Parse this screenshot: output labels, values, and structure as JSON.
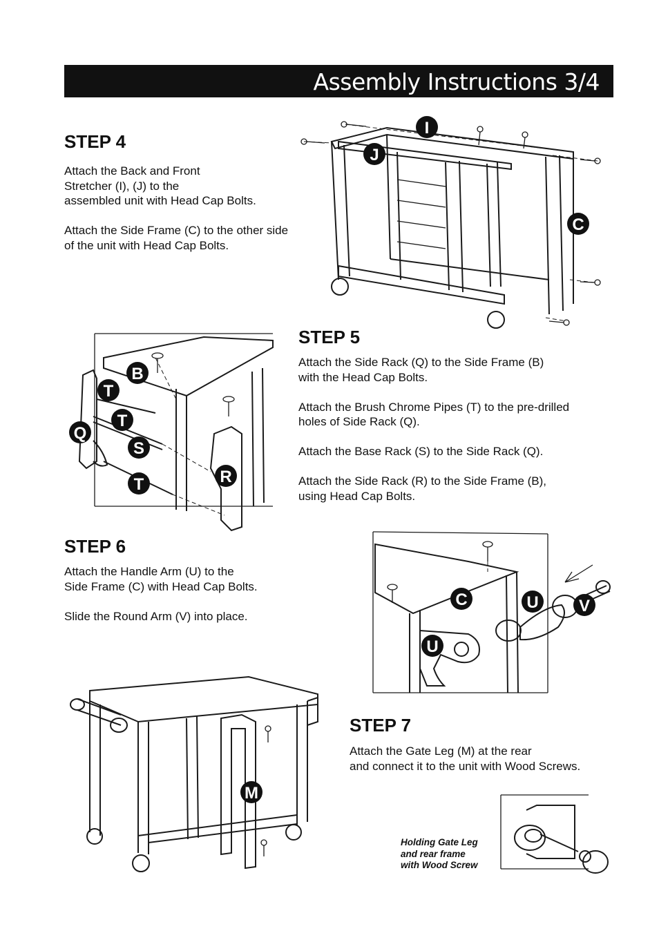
{
  "header": {
    "title": "Assembly Instructions 3/4"
  },
  "step4": {
    "title": "STEP 4",
    "paragraphs": [
      "Attach the Back and Front\nStretcher (I), (J) to the\nassembled unit with Head Cap Bolts.",
      "Attach the Side Frame (C) to the other side\nof the unit with Head Cap Bolts."
    ],
    "labels": [
      "I",
      "J",
      "C"
    ]
  },
  "step5": {
    "title": "STEP 5",
    "paragraphs": [
      "Attach the Side Rack (Q) to the Side Frame (B)\nwith the Head Cap Bolts.",
      "Attach the Brush Chrome Pipes (T) to the pre-drilled\nholes of Side Rack (Q).",
      "Attach the Base Rack (S) to the Side Rack (Q).",
      "Attach the Side Rack (R) to the Side Frame (B),\nusing Head Cap Bolts."
    ],
    "labels": [
      "B",
      "T",
      "T",
      "Q",
      "S",
      "T",
      "R"
    ]
  },
  "step6": {
    "title": "STEP 6",
    "paragraphs": [
      "Attach the Handle Arm (U) to the\nSide Frame (C) with Head Cap Bolts.",
      "Slide the Round Arm (V) into place."
    ],
    "labels": [
      "C",
      "U",
      "V",
      "U"
    ]
  },
  "step7": {
    "title": "STEP 7",
    "paragraphs": [
      "Attach the Gate Leg (M) at the rear\nand connect it to the unit with Wood Screws."
    ],
    "labels": [
      "M"
    ],
    "caption": "Holding Gate Leg\nand rear frame\nwith Wood Screw"
  }
}
